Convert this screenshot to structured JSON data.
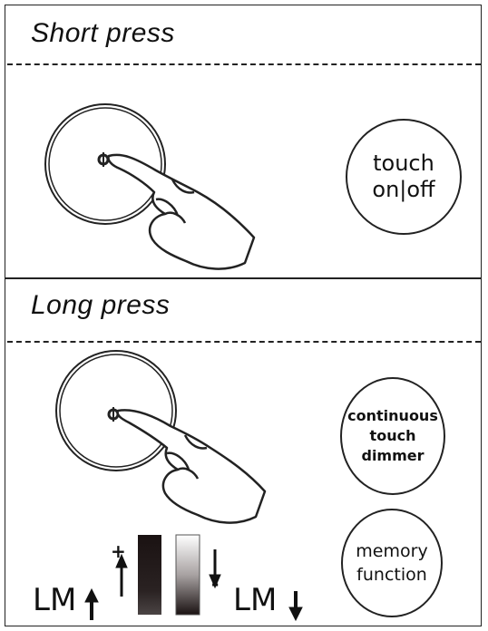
{
  "short_press": {
    "heading": "Short press",
    "label": "touch\non|off"
  },
  "long_press": {
    "heading": "Long press",
    "dimmer_label": "continuous\ntouch\ndimmer",
    "memory_label": "memory\nfunction",
    "lm_up": "LM",
    "lm_down": "LM",
    "plus": "+",
    "minus": "-"
  },
  "icons": [
    "hand-pointer-icon",
    "touch-point-icon",
    "arrow-up-icon",
    "arrow-down-icon",
    "gradient-bar"
  ]
}
